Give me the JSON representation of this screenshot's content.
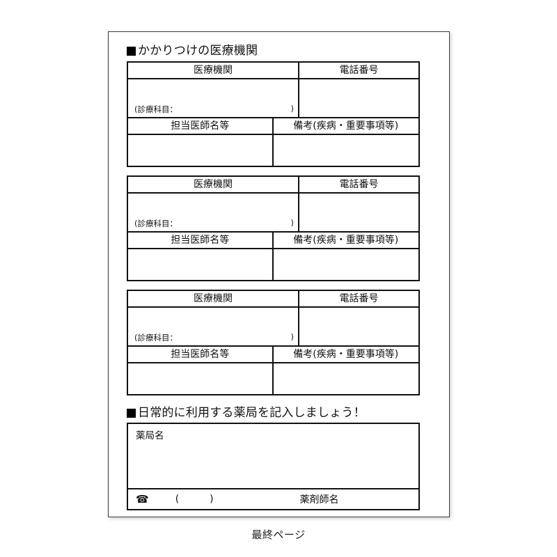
{
  "page": {
    "caption": "最終ページ"
  },
  "sections": {
    "medical": {
      "heading": "かかりつけの医療機関",
      "marker": "filled-square",
      "headers": {
        "institution": "医療機関",
        "phone": "電話番号",
        "doctor": "担当医師名等",
        "remarks": "備考(疾病・重要事項等)"
      },
      "department_prefix": "(診療科目：",
      "department_suffix": ")",
      "entries": [
        {
          "institution": "",
          "phone": "",
          "department": "",
          "doctor": "",
          "remarks": ""
        },
        {
          "institution": "",
          "phone": "",
          "department": "",
          "doctor": "",
          "remarks": ""
        },
        {
          "institution": "",
          "phone": "",
          "department": "",
          "doctor": "",
          "remarks": ""
        }
      ]
    },
    "pharmacy": {
      "heading": "日常的に利用する薬局を記入しましょう！",
      "marker": "filled-square",
      "name_label": "薬局名",
      "name_value": "",
      "tel_icon": "telephone-icon",
      "tel_glyph": "☎",
      "paren_open": "(",
      "paren_close": ")",
      "tel_value": "",
      "pharmacist_label": "薬剤師名",
      "pharmacist_value": ""
    }
  }
}
